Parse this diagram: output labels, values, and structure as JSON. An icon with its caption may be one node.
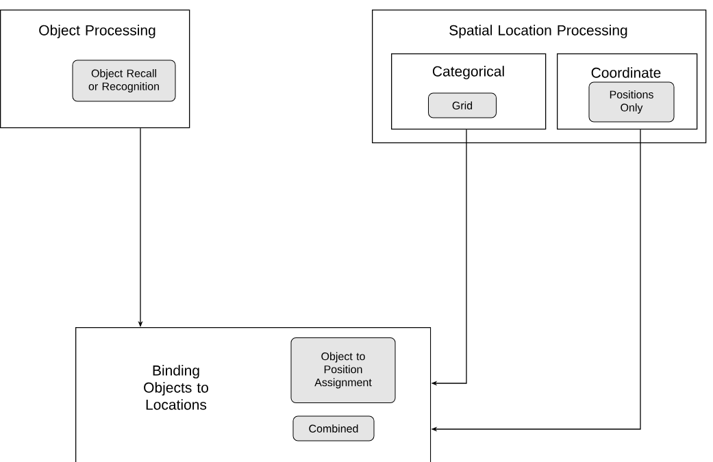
{
  "diagram": {
    "nodes": [
      {
        "text": [
          "Object Processing"
        ]
      },
      {
        "text": [
          "Object Recall or Recognition"
        ],
        "in": 0
      },
      {
        "text": [
          "Spatial Location Processing"
        ]
      },
      {
        "text": [
          "Categorical"
        ],
        "in": 2
      },
      {
        "text": [
          "Grid"
        ],
        "in": 3
      },
      {
        "text": [
          "Coordinate"
        ],
        "in": 2
      },
      {
        "text": [
          "Positions Only"
        ],
        "in": 5
      },
      {
        "text": [
          "Binding Objects to Locations"
        ]
      },
      {
        "text": [
          "Object to Position Assignment"
        ],
        "in": 7
      },
      {
        "text": [
          "Combined"
        ],
        "in": 7
      }
    ],
    "edges": [
      {
        "from": 0,
        "to": 7,
        "arrow": "to"
      },
      {
        "from": 3,
        "to": 7,
        "arrow": "to"
      },
      {
        "from": 5,
        "to": 7,
        "arrow": "to"
      }
    ]
  }
}
